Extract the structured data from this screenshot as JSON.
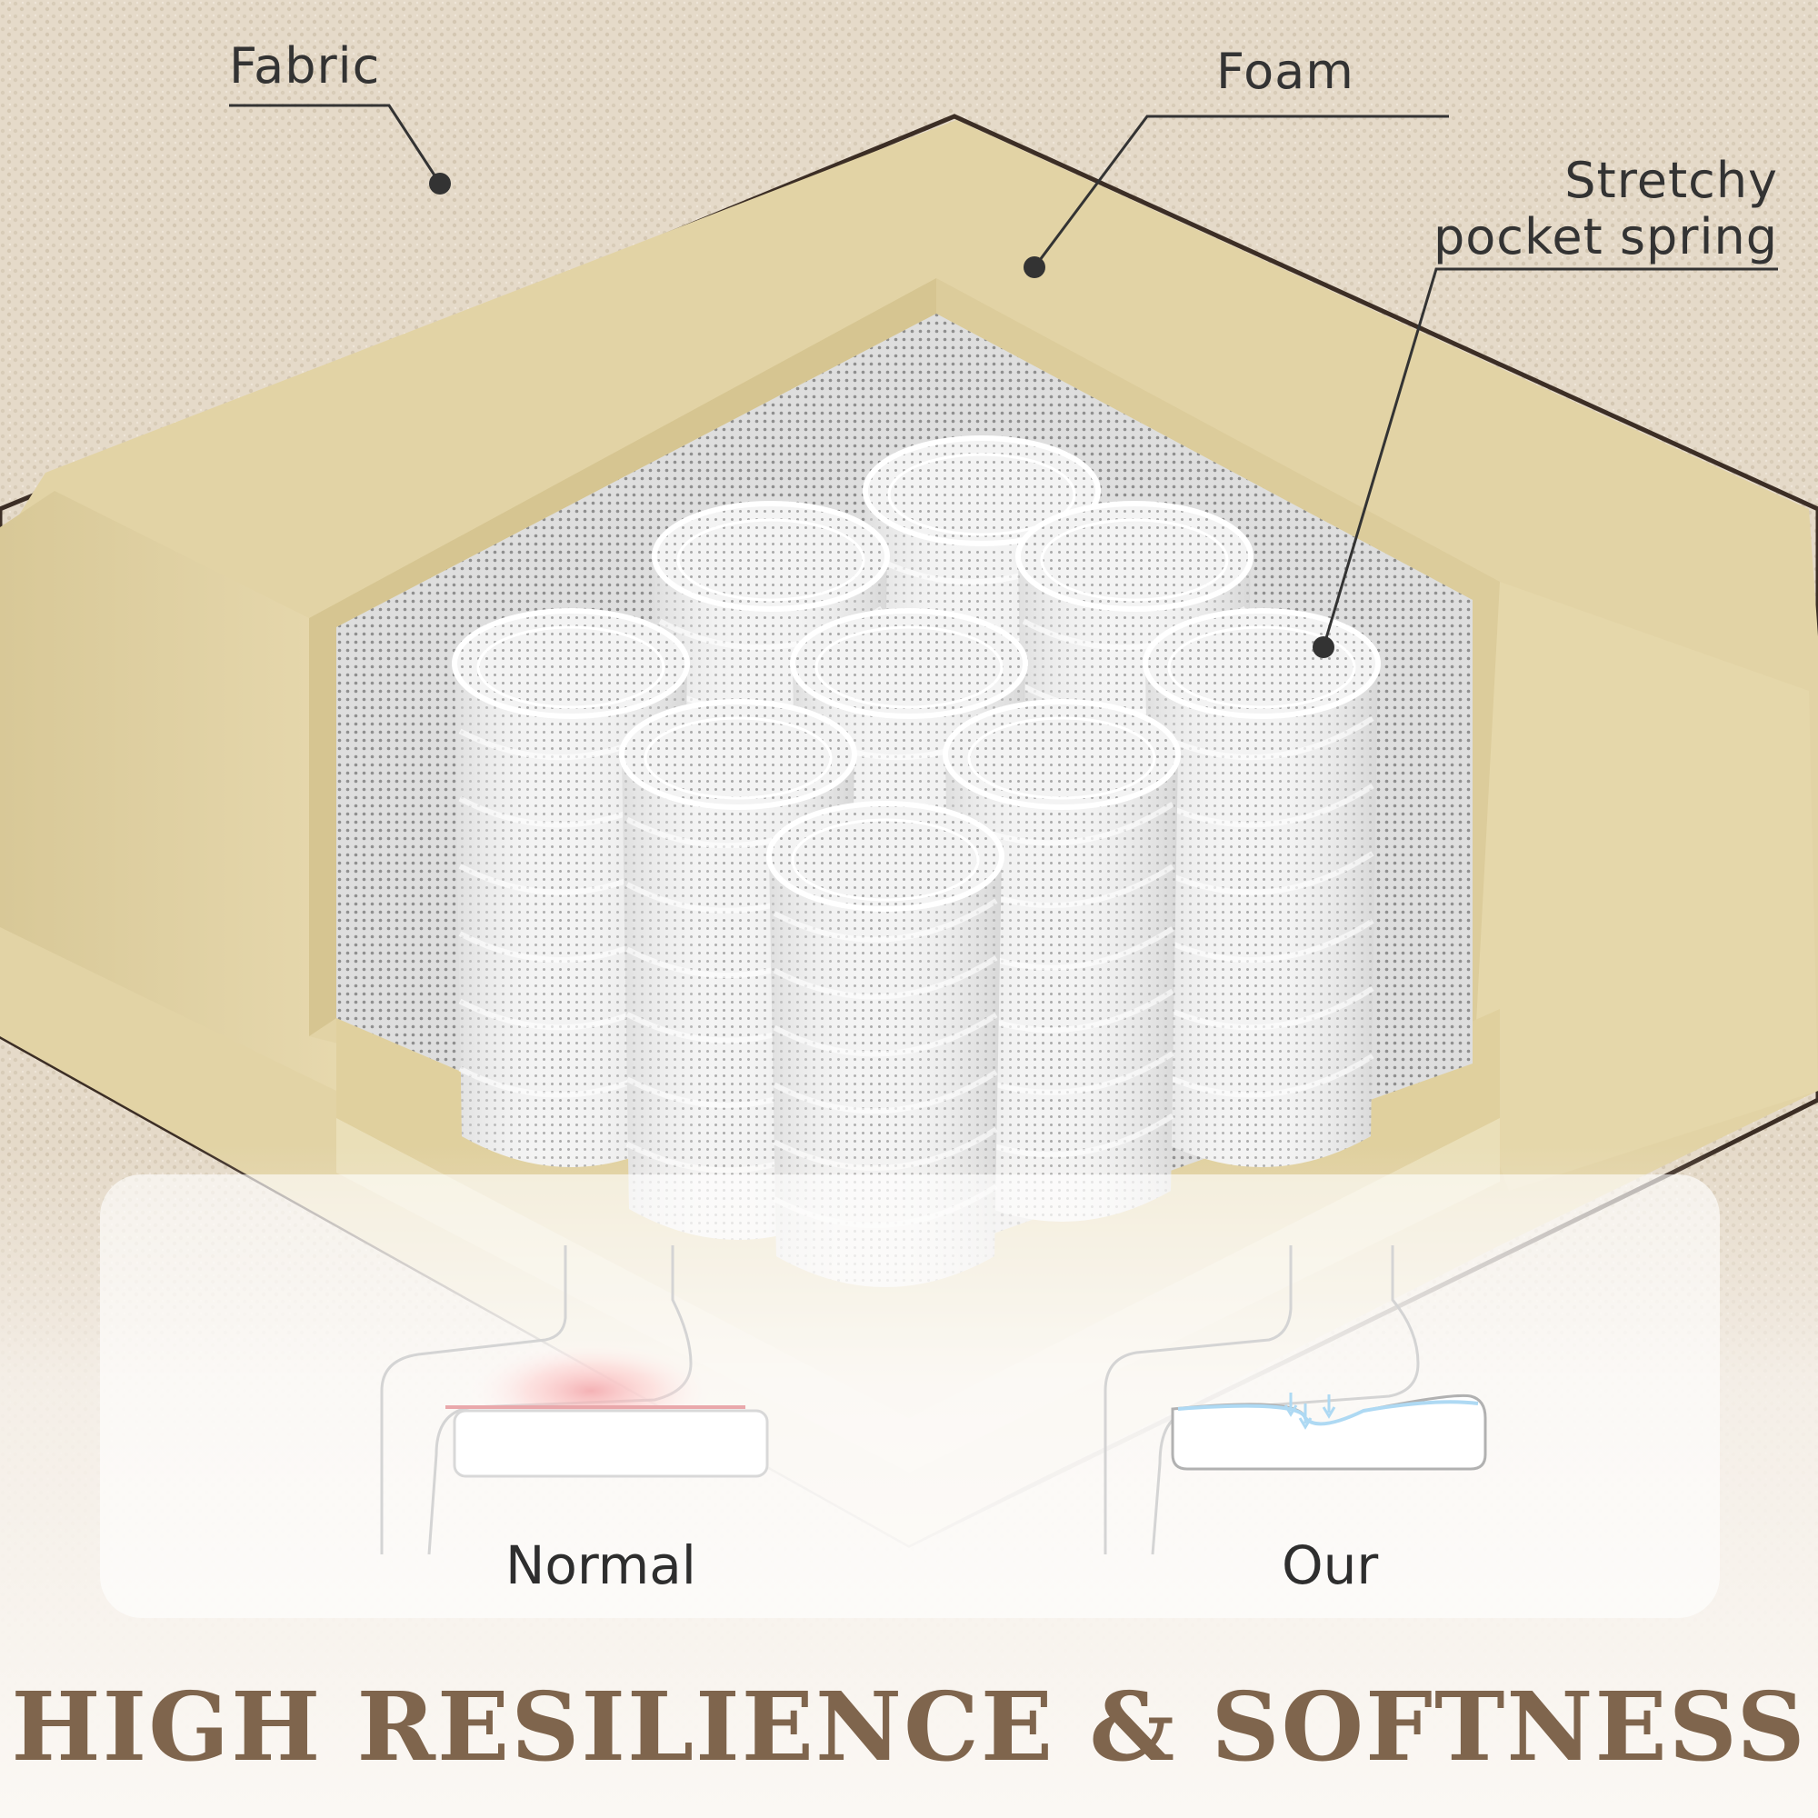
{
  "labels": {
    "fabric": "Fabric",
    "foam": "Foam",
    "spring_line1": "Stretchy",
    "spring_line2": "pocket spring"
  },
  "comparison": {
    "normal_label": "Normal",
    "our_label": "Our"
  },
  "headline": "HIGH RESILIENCE & SOFTNESS",
  "colors": {
    "fabric": "#e5dac9",
    "foam": "#e2d3a5",
    "spring": "#f4f4f4",
    "headline": "#7f654d",
    "pressure_red": "#d8262a",
    "support_blue": "#2b9be0"
  }
}
